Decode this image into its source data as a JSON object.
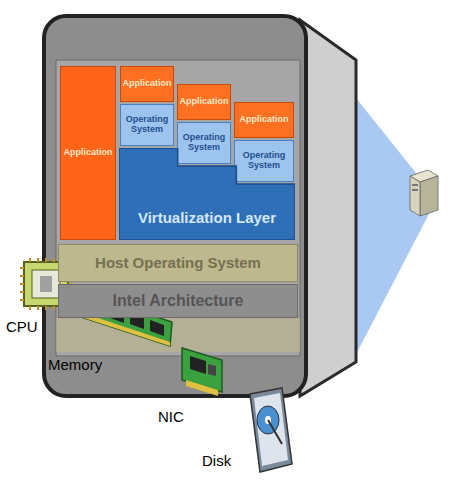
{
  "diagram": {
    "nodes": [
      {
        "text": [
          "Application"
        ]
      },
      {
        "text": [
          "Application"
        ]
      },
      {
        "text": [
          "Application"
        ]
      },
      {
        "text": [
          "Application"
        ]
      },
      {
        "text": [
          "Operating System"
        ]
      },
      {
        "text": [
          "Operating System"
        ]
      },
      {
        "text": [
          "Operating System"
        ]
      },
      {
        "text": [
          "Virtualization Layer"
        ]
      },
      {
        "text": [
          "Host Operating System"
        ]
      },
      {
        "text": [
          "Intel Architecture"
        ]
      }
    ],
    "labels": [
      "CPU",
      "Memory",
      "NIC",
      "Disk"
    ]
  }
}
